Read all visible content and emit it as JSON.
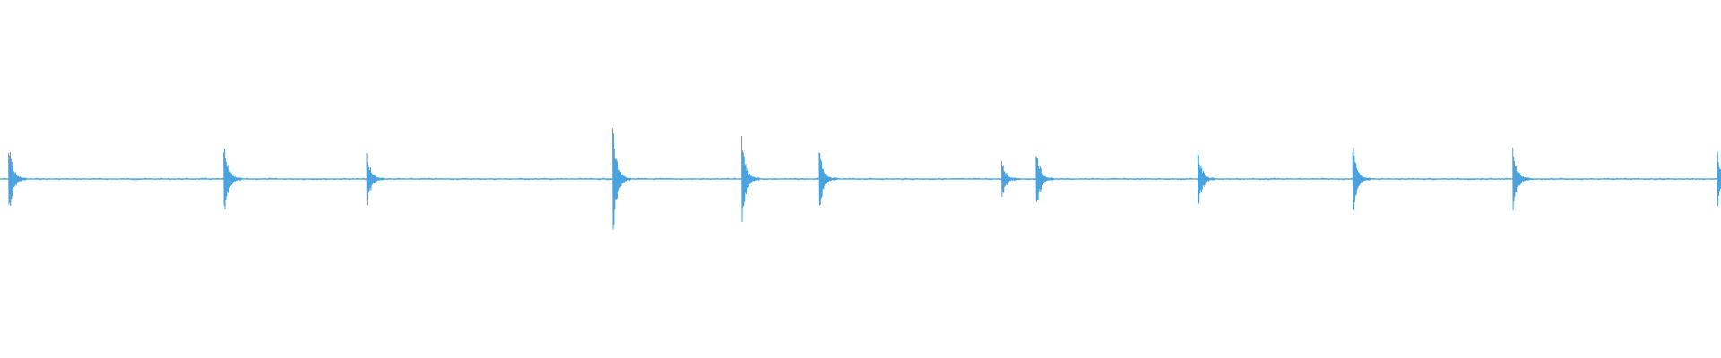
{
  "waveform": {
    "color": "#4aa3df",
    "duration_fraction_peaks": [
      {
        "t": 0.005,
        "amp": 0.12
      },
      {
        "t": 0.13,
        "amp": 0.11
      },
      {
        "t": 0.213,
        "amp": 0.09
      },
      {
        "t": 0.356,
        "amp": 0.16
      },
      {
        "t": 0.431,
        "amp": 0.13
      },
      {
        "t": 0.476,
        "amp": 0.09
      },
      {
        "t": 0.582,
        "amp": 0.06
      },
      {
        "t": 0.602,
        "amp": 0.1
      },
      {
        "t": 0.696,
        "amp": 0.09
      },
      {
        "t": 0.786,
        "amp": 0.11
      },
      {
        "t": 0.879,
        "amp": 0.1
      },
      {
        "t": 0.998,
        "amp": 0.08
      }
    ]
  }
}
